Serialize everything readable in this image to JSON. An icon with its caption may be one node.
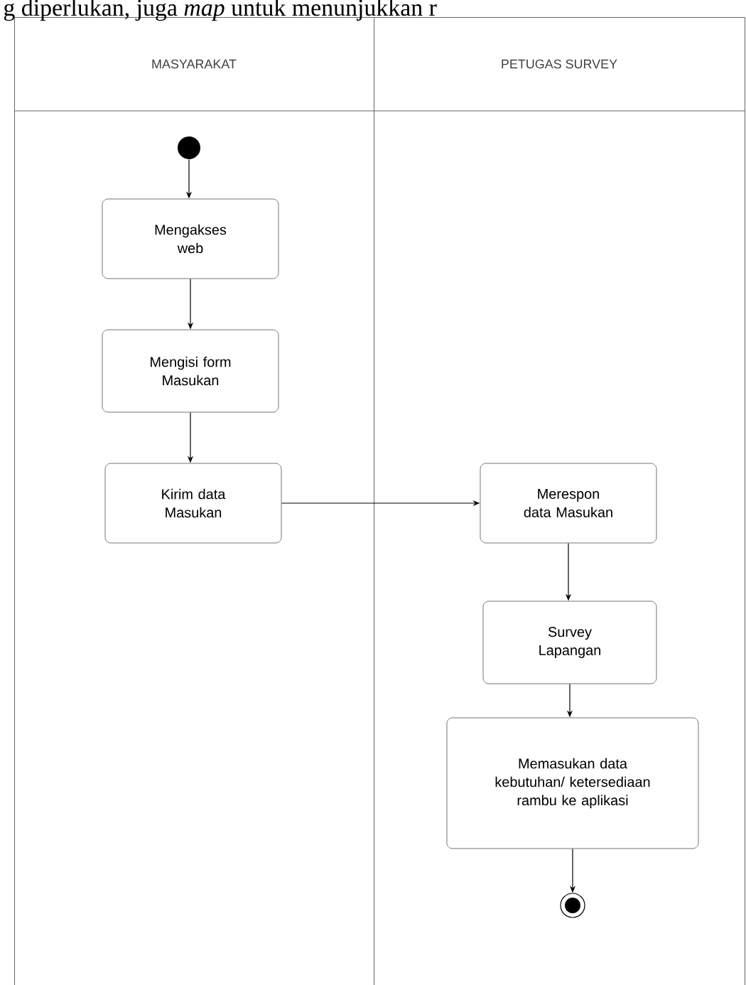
{
  "diagram": {
    "nodes": [
      {
        "text": [
          "MASYARAKAT"
        ]
      },
      {
        "text": [
          "PETUGAS SURVEY"
        ]
      },
      {
        "text": [],
        "shape": "circle",
        "in": 0
      },
      {
        "text": [
          "Mengakses web"
        ],
        "in": 0
      },
      {
        "text": [
          "Mengisi form Masukan"
        ],
        "in": 0
      },
      {
        "text": [
          "Kirim data Masukan"
        ],
        "in": 0
      },
      {
        "text": [
          "Merespon data Masukan"
        ],
        "in": 1
      },
      {
        "text": [
          "Survey Lapangan"
        ],
        "in": 1
      },
      {
        "text": [
          "Memasukan data kebutuhan/ ketersediaan rambu ke aplikasi"
        ],
        "in": 1
      },
      {
        "text": [],
        "shape": "circle",
        "in": 1
      }
    ],
    "edges": [
      {
        "from": 2,
        "to": 3,
        "arrow": "to"
      },
      {
        "from": 3,
        "to": 4,
        "arrow": "to"
      },
      {
        "from": 4,
        "to": 5,
        "arrow": "to"
      },
      {
        "from": 5,
        "to": 6,
        "arrow": "to"
      },
      {
        "from": 6,
        "to": 7,
        "arrow": "to"
      },
      {
        "from": 7,
        "to": 8,
        "arrow": "to"
      },
      {
        "from": 8,
        "to": 9,
        "arrow": "to"
      }
    ],
    "labels": [
      "g diperlukan, juga *map* untuk menunjukkan r"
    ]
  }
}
